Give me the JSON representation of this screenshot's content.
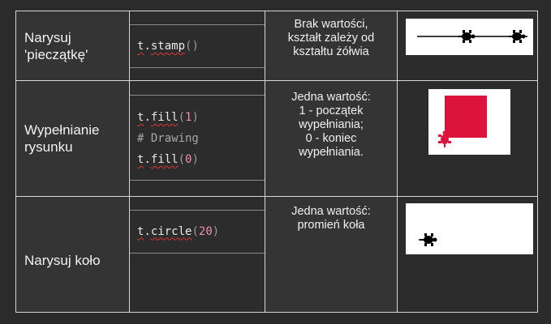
{
  "rows": [
    {
      "name": "Narysuj 'pieczątkę'",
      "code": [
        [
          {
            "t": "t",
            "k": "obj-u"
          },
          {
            "t": ".",
            "k": "dot"
          },
          {
            "t": "stamp",
            "k": "fn"
          },
          {
            "t": "()",
            "k": "paren"
          }
        ]
      ],
      "description": "Brak wartości,\nkształt zależy od\nkształtu żółwia",
      "image": "turtle-stamp-line"
    },
    {
      "name": "Wypełnianie rysunku",
      "code": [
        [
          {
            "t": "t",
            "k": "obj-u"
          },
          {
            "t": ".",
            "k": "dot"
          },
          {
            "t": "fill",
            "k": "fn"
          },
          {
            "t": "(",
            "k": "paren"
          },
          {
            "t": "1",
            "k": "num"
          },
          {
            "t": ")",
            "k": "paren"
          }
        ],
        [
          {
            "t": "# Drawing",
            "k": "comment"
          }
        ],
        [
          {
            "t": "t",
            "k": "obj-u"
          },
          {
            "t": ".",
            "k": "dot"
          },
          {
            "t": "fill",
            "k": "fn"
          },
          {
            "t": "(",
            "k": "paren"
          },
          {
            "t": "0",
            "k": "num"
          },
          {
            "t": ")",
            "k": "paren"
          }
        ]
      ],
      "description": "Jedna wartość:\n1 - początek\nwypełniania;\n0 - koniec\nwypełniania.",
      "image": "filled-square"
    },
    {
      "name": "Narysuj koło",
      "code": [
        [
          {
            "t": "t",
            "k": "obj-u"
          },
          {
            "t": ".",
            "k": "dot"
          },
          {
            "t": "circle",
            "k": "fn"
          },
          {
            "t": "(",
            "k": "paren"
          },
          {
            "t": "20",
            "k": "num"
          },
          {
            "t": ")",
            "k": "paren"
          }
        ]
      ],
      "description": "Jedna wartość:\npromień koła",
      "image": "turtle-circle"
    }
  ],
  "colors": {
    "fill_red": "#dc143c",
    "turtle": "#000000"
  }
}
